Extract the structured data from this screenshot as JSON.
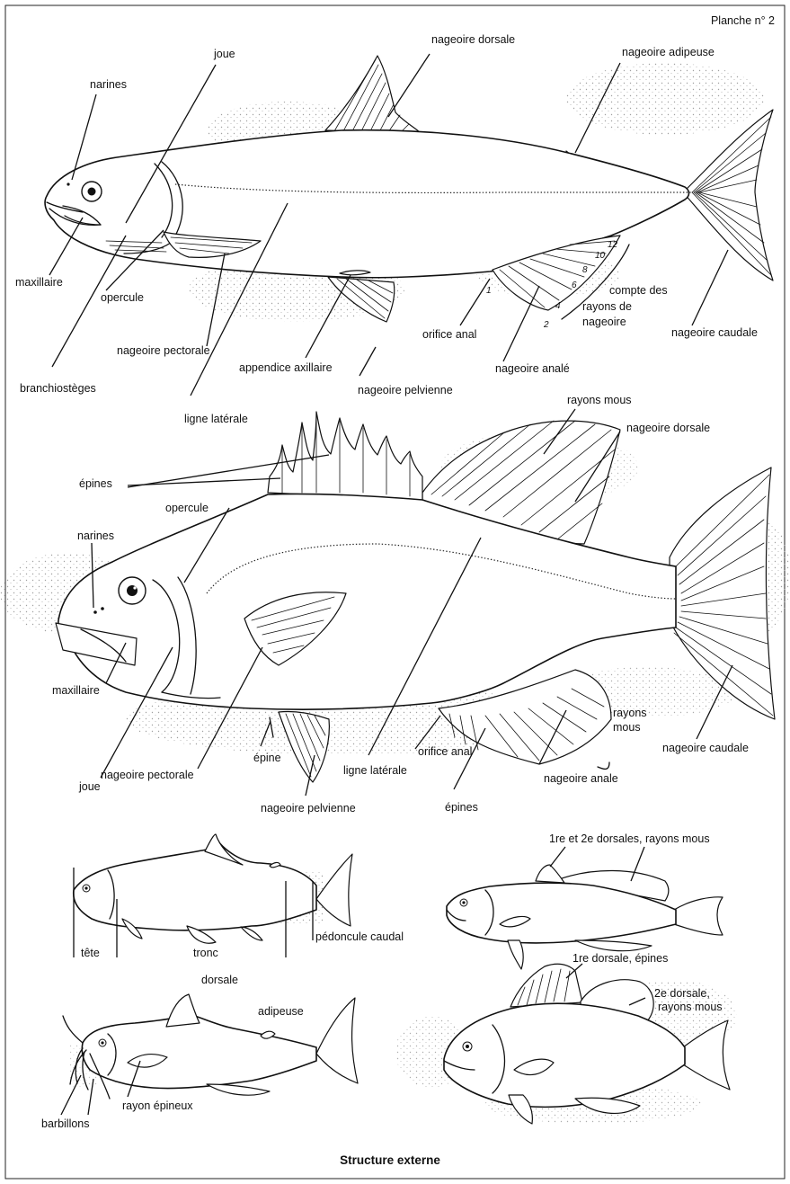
{
  "plate_number": "Planche n° 2",
  "caption": "Structure externe",
  "fish1_labels": {
    "narines": "narines",
    "joue": "joue",
    "nageoire_dorsale": "nageoire dorsale",
    "nageoire_adipeuse": "nageoire adipeuse",
    "maxillaire": "maxillaire",
    "opercule": "opercule",
    "nageoire_pectorale": "nageoire pectorale",
    "branchiosteges": "branchiostèges",
    "ligne_laterale": "ligne latérale",
    "appendice_axillaire": "appendice axillaire",
    "nageoire_pelvienne": "nageoire pelvienne",
    "orifice_anal": "orifice anal",
    "nageoire_anale": "nageoire analé",
    "compte_line1": "compte des",
    "compte_line2": "rayons de",
    "compte_line3": "nageoire",
    "nageoire_caudale": "nageoire caudale",
    "ray_counts": [
      "1",
      "2",
      "4",
      "6",
      "8",
      "10",
      "12"
    ]
  },
  "fish2_labels": {
    "rayons_mous_top": "rayons mous",
    "nageoire_dorsale": "nageoire dorsale",
    "epines": "épines",
    "opercule": "opercule",
    "narines": "narines",
    "maxillaire": "maxillaire",
    "joue": "joue",
    "nageoire_pectorale": "nageoire pectorale",
    "epine": "épine",
    "nageoire_pelvienne": "nageoire pelvienne",
    "ligne_laterale": "ligne latérale",
    "orifice_anal": "orifice anal",
    "epines_bottom": "épines",
    "nageoire_anale": "nageoire anale",
    "rayons_mous_line1": "rayons",
    "rayons_mous_line2": "mous",
    "nageoire_caudale": "nageoire caudale"
  },
  "small_fish_labels": {
    "tete": "tête",
    "tronc": "tronc",
    "pedoncule_caudal": "pédoncule caudal",
    "dorsales_rayons_mous": "1re et 2e dorsales, rayons mous",
    "dorsale": "dorsale",
    "adipeuse": "adipeuse",
    "barbillons": "barbillons",
    "rayon_epineux": "rayon épineux",
    "dorsale_epines": "1re dorsale, épines",
    "dorsale2_line1": "2e dorsale,",
    "dorsale2_line2": "rayons mous"
  },
  "colors": {
    "ink": "#111111",
    "background": "#ffffff",
    "stipple": "#9a9a9a"
  }
}
